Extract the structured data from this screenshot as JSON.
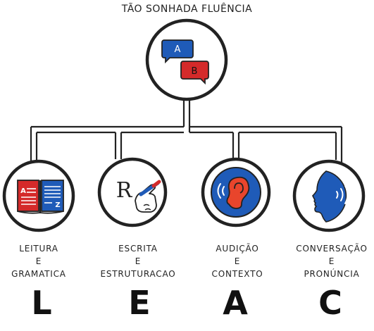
{
  "title": "TÃO SONHADA FLUÊNCIA",
  "top_icon": {
    "icon": "chat-bubbles-icon",
    "bubble_a": "A",
    "bubble_b": "B"
  },
  "branches": [
    {
      "icon": "book-icon",
      "label_lines": [
        "LEITURA",
        "E",
        "GRAMATICA"
      ],
      "letter": "L",
      "book_left": "A",
      "book_right": "Z"
    },
    {
      "icon": "writing-hand-icon",
      "label_lines": [
        "ESCRITA",
        "E",
        "ESTRUTURACAO"
      ],
      "letter": "E",
      "glyph": "R"
    },
    {
      "icon": "ear-icon",
      "label_lines": [
        "AUDIÇÃO",
        "E",
        "CONTEXTO"
      ],
      "letter": "A"
    },
    {
      "icon": "speaking-head-icon",
      "label_lines": [
        "CONVERSAÇÃO",
        "E",
        "PRONÚNCIA"
      ],
      "letter": "C"
    }
  ],
  "colors": {
    "outline": "#222222",
    "blue": "#1f5bb8",
    "red": "#d42a2a",
    "ear": "#e8452c"
  }
}
